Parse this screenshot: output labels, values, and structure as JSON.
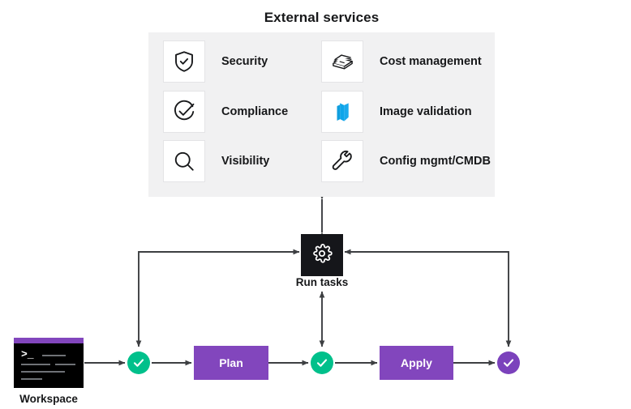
{
  "panel": {
    "title": "External services",
    "services": [
      {
        "icon": "shield-check-icon",
        "label": "Security",
        "column": "a",
        "row": 1
      },
      {
        "icon": "circle-check-icon",
        "label": "Compliance",
        "column": "a",
        "row": 2
      },
      {
        "icon": "magnifier-icon",
        "label": "Visibility",
        "column": "a",
        "row": 3
      },
      {
        "icon": "money-stack-icon",
        "label": "Cost management",
        "column": "b",
        "row": 1
      },
      {
        "icon": "container-image-icon",
        "label": "Image validation",
        "column": "b",
        "row": 2
      },
      {
        "icon": "wrench-icon",
        "label": "Config mgmt/CMDB",
        "column": "b",
        "row": 3
      }
    ]
  },
  "pipeline": {
    "run_tasks": {
      "label": "Run tasks",
      "icon": "gear-icon"
    },
    "workspace": {
      "label": "Workspace",
      "icon": "terminal-icon",
      "prompt": ">_"
    },
    "plan": {
      "label": "Plan"
    },
    "apply": {
      "label": "Apply"
    },
    "checkpoints": [
      {
        "name": "pre-plan-check",
        "icon": "check-icon",
        "state": "green"
      },
      {
        "name": "post-plan-check",
        "icon": "check-icon",
        "state": "green"
      },
      {
        "name": "post-apply-check",
        "icon": "check-icon",
        "state": "purple"
      }
    ]
  },
  "colors": {
    "panel_background": "#f1f1f2",
    "icon_tile": "#ffffff",
    "accent_purple": "#8246bd",
    "check_purple": "#7b42bc",
    "check_green": "#00c08b",
    "node_dark": "#15161a",
    "connector": "#3d3f42",
    "image_validation_blue": "#0ea5e9",
    "text": "#17181a"
  }
}
